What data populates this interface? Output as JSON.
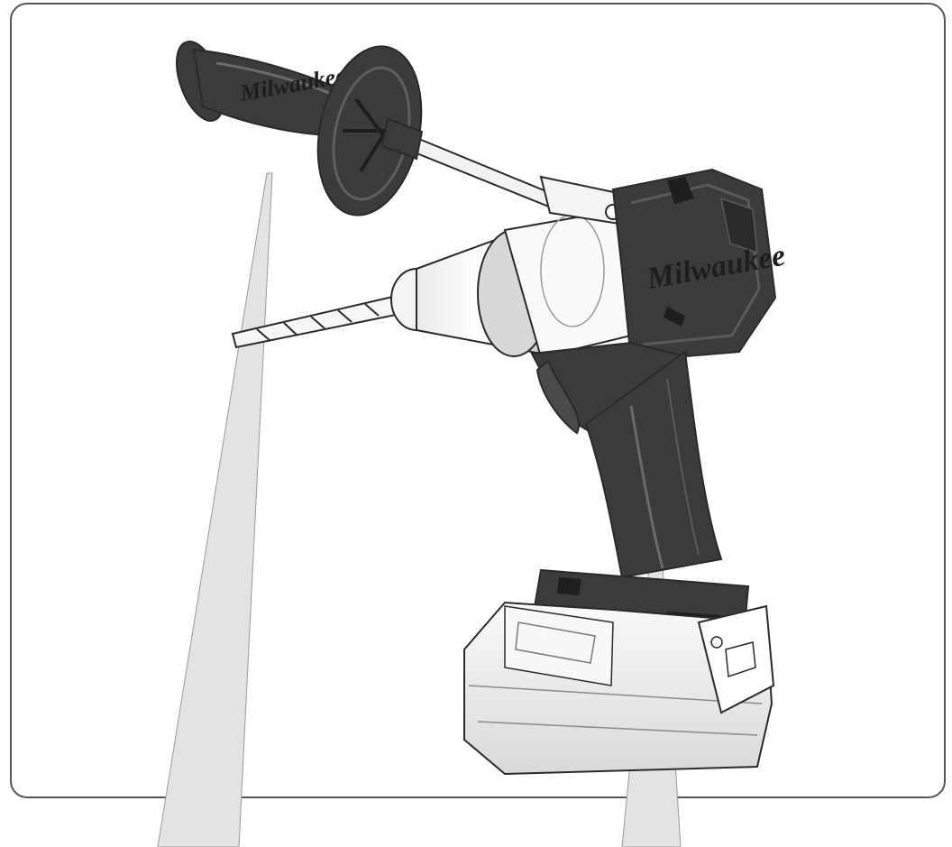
{
  "figure": {
    "brand_logo_text": "Milwaukee",
    "colors": {
      "frame_stroke": "#555555",
      "callout_fill": "#e3e3e3",
      "callout_stroke": "#9a9a9a",
      "tool_dark": "#3b3b3b",
      "tool_mid": "#6a6a6a",
      "tool_light": "#f4f4f4",
      "tool_outline": "#2a2a2a"
    },
    "callouts": [
      {
        "id": "side-handle",
        "label": ""
      },
      {
        "id": "main-grip",
        "label": ""
      }
    ]
  }
}
